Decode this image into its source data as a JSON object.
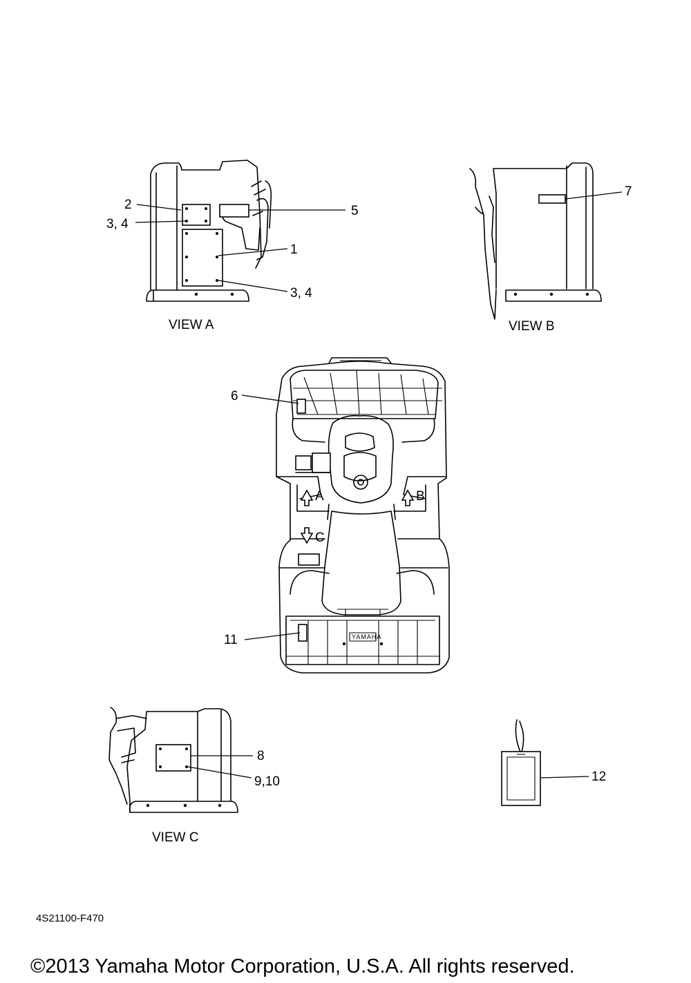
{
  "views": {
    "a": "VIEW A",
    "b": "VIEW B",
    "c": "VIEW C"
  },
  "callouts": {
    "c1": "1",
    "c2": "2",
    "c34_upper": "3, 4",
    "c34_lower": "3, 4",
    "c5": "5",
    "c6": "6",
    "c7": "7",
    "c8": "8",
    "c910": "9,10",
    "c11": "11",
    "c12": "12"
  },
  "arrows": {
    "a": "A",
    "b": "B",
    "c": "C"
  },
  "rear_rack_brand": "YAMAHA",
  "part_code": "4S21100-F470",
  "copyright": "©2013 Yamaha Motor Corporation, U.S.A. All rights reserved."
}
